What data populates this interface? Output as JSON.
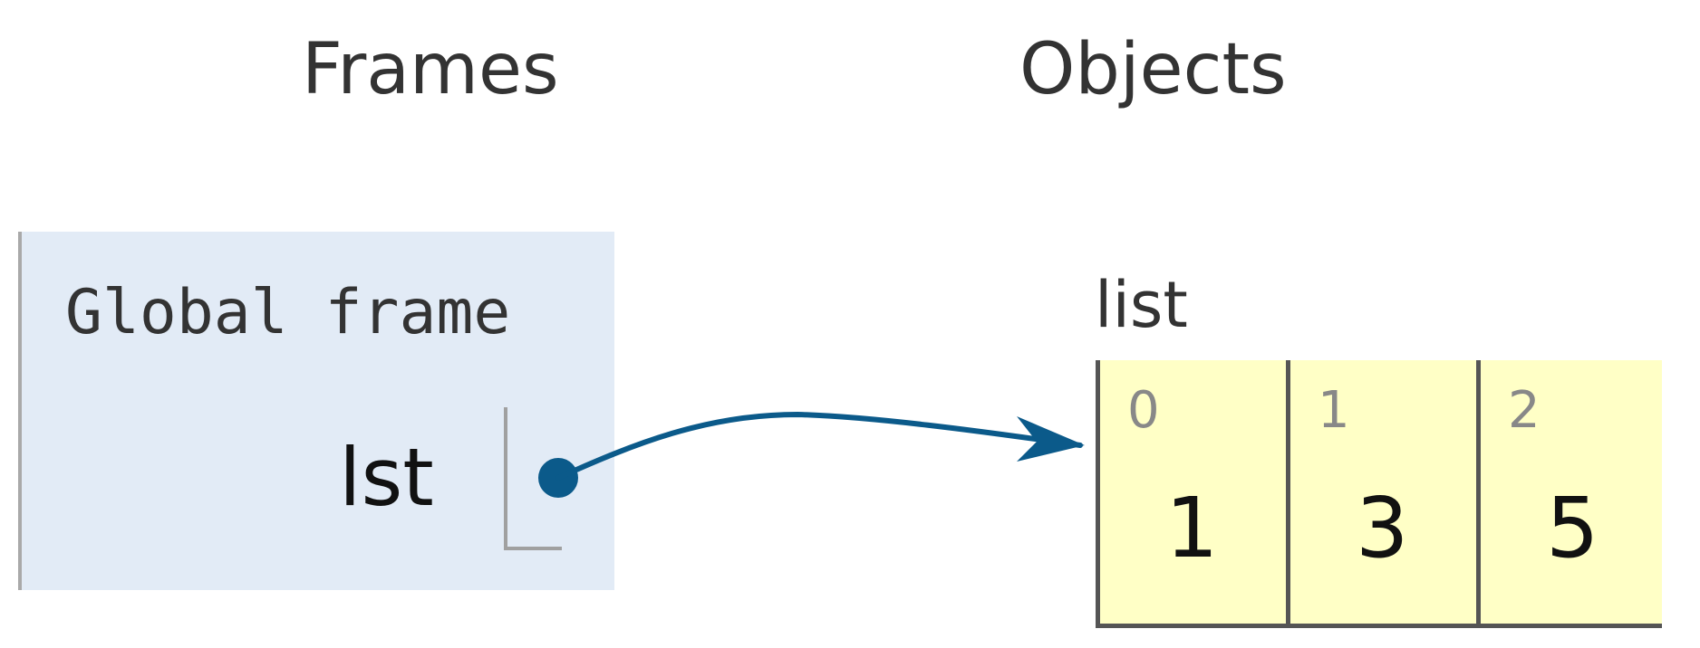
{
  "headings": {
    "frames": "Frames",
    "objects": "Objects"
  },
  "global_frame": {
    "title": "Global frame",
    "variables": [
      {
        "name": "lst"
      }
    ]
  },
  "list_object": {
    "type_label": "list",
    "cells": [
      {
        "index": "0",
        "value": "1"
      },
      {
        "index": "1",
        "value": "3"
      },
      {
        "index": "2",
        "value": "5"
      }
    ]
  },
  "colors": {
    "frame_background": "#e2ebf6",
    "list_background": "#ffffc6",
    "pointer": "#0b5a8a"
  }
}
